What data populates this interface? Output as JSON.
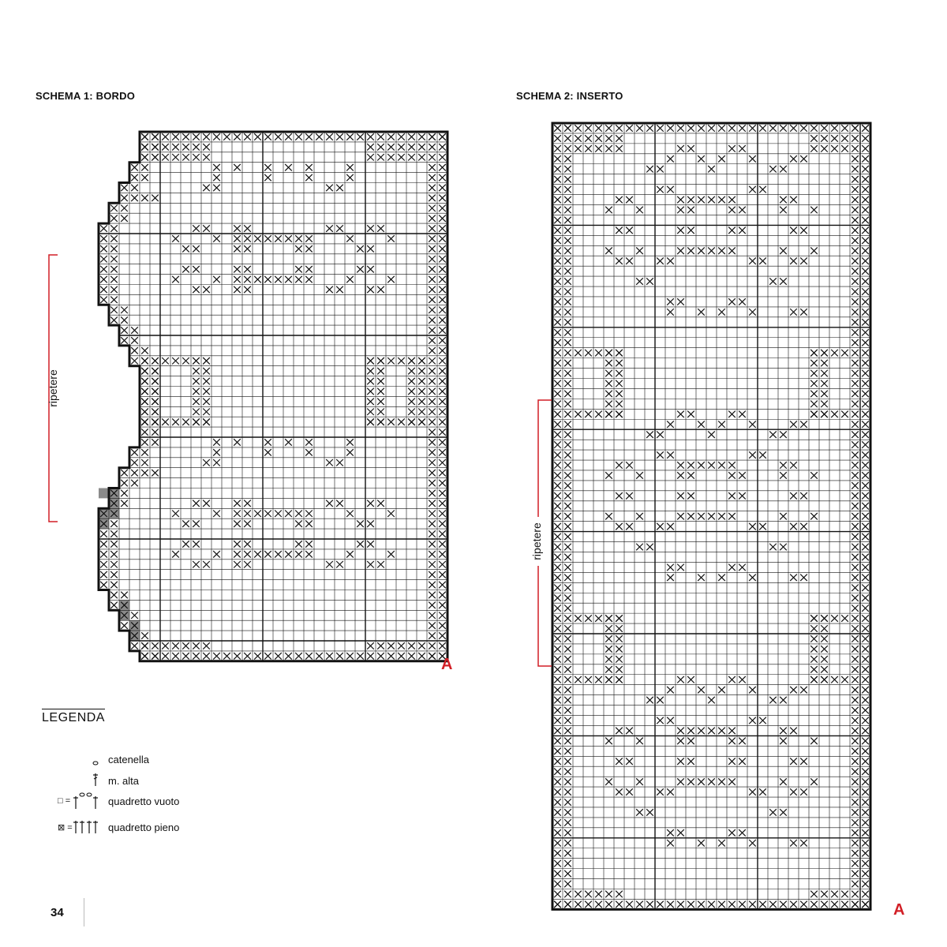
{
  "schema1": {
    "title": "SCHEMA 1: BORDO",
    "repeat_label": "ripetere",
    "marker": "A"
  },
  "schema2": {
    "title": "SCHEMA 2: INSERTO",
    "repeat_label": "ripetere",
    "marker": "A"
  },
  "legend": {
    "title": "LEGENDA",
    "items": [
      {
        "symbol": "chain-icon",
        "label": "catenella"
      },
      {
        "symbol": "double-crochet-icon",
        "label": "m. alta"
      },
      {
        "symbol": "empty-square-icon",
        "prefix": "□ =",
        "label": "quadretto vuoto"
      },
      {
        "symbol": "filled-square-icon",
        "prefix": "⊠ =",
        "label": "quadretto pieno"
      }
    ]
  },
  "page_number": "34",
  "colors": {
    "accent": "#d21f26",
    "grid": "#111111",
    "shade": "#888888"
  }
}
